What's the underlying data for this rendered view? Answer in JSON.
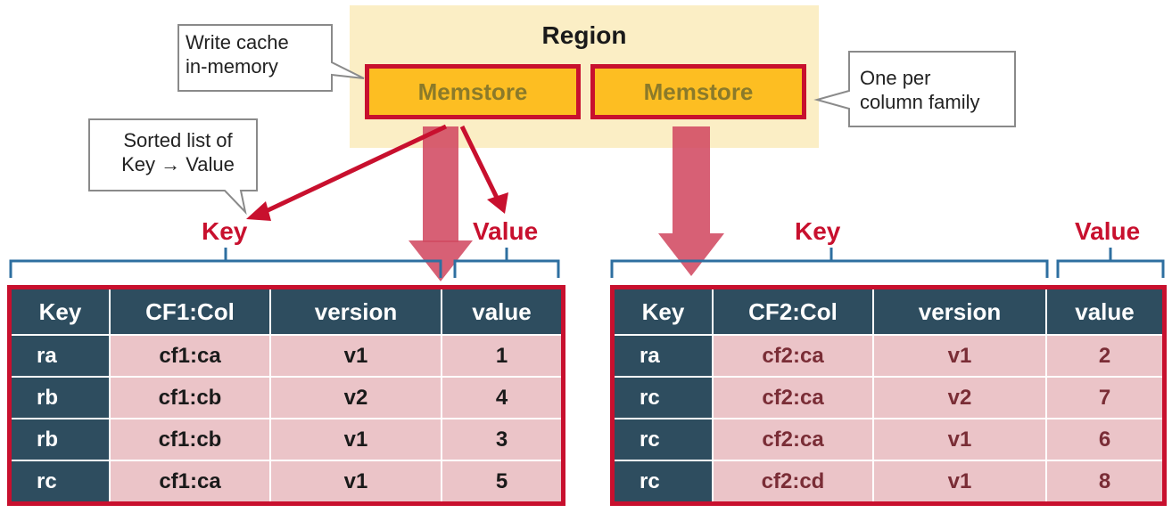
{
  "region": {
    "title": "Region",
    "memstore_left_label": "Memstore",
    "memstore_right_label": "Memstore"
  },
  "callouts": {
    "write_cache": "Write cache\nin-memory",
    "sorted_list": "Sorted list of\nKey → Value",
    "one_per_cf": "One per\ncolumn family"
  },
  "labels": {
    "key_left": "Key",
    "value_left": "Value",
    "key_right": "Key",
    "value_right": "Value"
  },
  "tables": [
    {
      "headers": [
        "Key",
        "CF1:Col",
        "version",
        "value"
      ],
      "rows": [
        [
          "ra",
          "cf1:ca",
          "v1",
          "1"
        ],
        [
          "rb",
          "cf1:cb",
          "v2",
          "4"
        ],
        [
          "rb",
          "cf1:cb",
          "v1",
          "3"
        ],
        [
          "rc",
          "cf1:ca",
          "v1",
          "5"
        ]
      ]
    },
    {
      "headers": [
        "Key",
        "CF2:Col",
        "version",
        "value"
      ],
      "rows": [
        [
          "ra",
          "cf2:ca",
          "v1",
          "2"
        ],
        [
          "rc",
          "cf2:ca",
          "v2",
          "7"
        ],
        [
          "rc",
          "cf2:ca",
          "v1",
          "6"
        ],
        [
          "rc",
          "cf2:cd",
          "v1",
          "8"
        ]
      ]
    }
  ],
  "colors": {
    "region_fill": "#fbeec5",
    "memstore_fill": "#fdbe22",
    "accent_red": "#c8102e",
    "header_fill": "#2e4d5f",
    "cell_fill": "#ebc4c8"
  }
}
